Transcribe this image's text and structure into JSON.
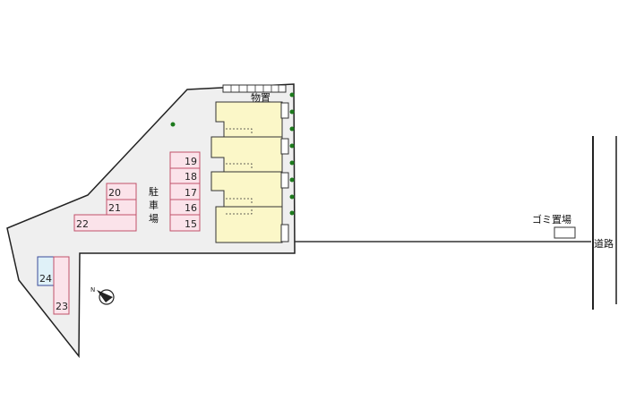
{
  "labels": {
    "parking_c1": "駐",
    "parking_c2": "車",
    "parking_c3": "場",
    "storage": "物置",
    "garbage": "ゴミ置場",
    "road": "道路"
  },
  "parking_spaces": [
    "19",
    "18",
    "17",
    "16",
    "15",
    "20",
    "21",
    "22",
    "24",
    "23"
  ],
  "colors": {
    "parking": "#fbe3ea",
    "parking_border": "#c0506a",
    "accessible": "#dff1f8",
    "accessible_border": "#3a4a9a",
    "building": "#fbf7c8",
    "site": "#efefef",
    "tree": "#1d7a1d"
  }
}
